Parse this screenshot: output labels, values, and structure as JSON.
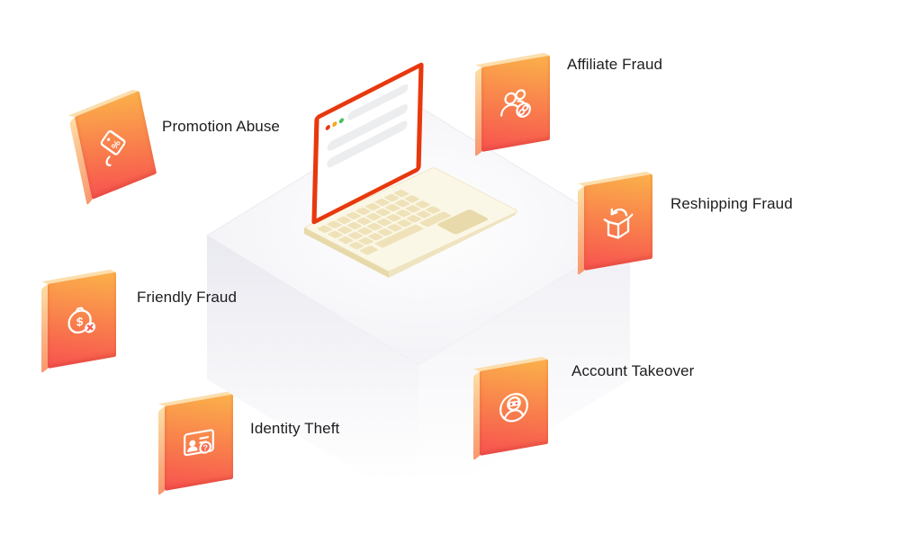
{
  "diagram": {
    "nodes": [
      {
        "id": "promotion-abuse",
        "label": "Promotion Abuse",
        "icon": "discount-tag-icon",
        "glyph": "%"
      },
      {
        "id": "affiliate-fraud",
        "label": "Affiliate Fraud",
        "icon": "linked-users-icon"
      },
      {
        "id": "reshipping-fraud",
        "label": "Reshipping Fraud",
        "icon": "return-box-icon"
      },
      {
        "id": "friendly-fraud",
        "label": "Friendly Fraud",
        "icon": "dollar-cross-icon",
        "glyph": "$"
      },
      {
        "id": "account-takeover",
        "label": "Account Takeover",
        "icon": "masked-user-icon"
      },
      {
        "id": "identity-theft",
        "label": "Identity Theft",
        "icon": "id-card-question-icon",
        "glyph": "?"
      }
    ],
    "center": {
      "name": "laptop-on-pedestal"
    },
    "colors": {
      "tile_gradient_top": "#FBB14A",
      "tile_gradient_bottom": "#F7564E",
      "tile_edge_light": "#FCDCA4",
      "icon": "#FFFFFF",
      "label_text": "#1D1D1F",
      "laptop_screen_border": "#E8380D",
      "laptop_base": "#FBF7E7",
      "browser_dot_red": "#E8380D",
      "browser_dot_yellow": "#F2A71E",
      "browser_dot_green": "#45C05A",
      "pedestal_gray": "#ECECF2"
    }
  }
}
